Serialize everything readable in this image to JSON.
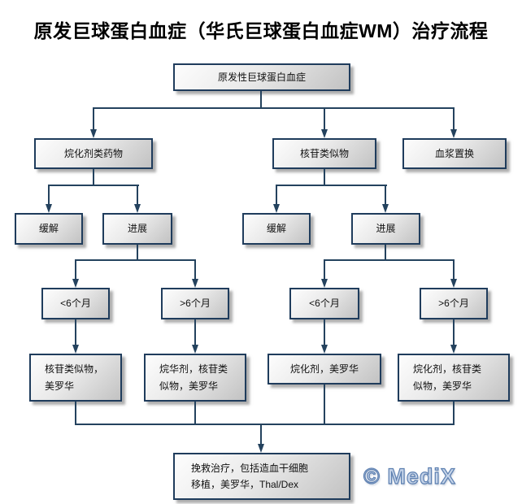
{
  "title": "原发巨球蛋白血症（华氏巨球蛋白血症WM）治疗流程",
  "watermark": "© MediX",
  "nodes": {
    "root": {
      "label": "原发性巨球蛋白血症"
    },
    "alkylating": {
      "label": "烷化剂类药物"
    },
    "nucleoside": {
      "label": "核苷类似物"
    },
    "plasma": {
      "label": "血浆置换"
    },
    "remission_left": {
      "label": "缓解"
    },
    "progression_left": {
      "label": "进展"
    },
    "remission_right": {
      "label": "缓解"
    },
    "progression_right": {
      "label": "进展"
    },
    "lt6_left": {
      "label": "<6个月"
    },
    "gt6_left": {
      "label": ">6个月"
    },
    "lt6_right": {
      "label": "<6个月"
    },
    "gt6_right": {
      "label": ">6个月"
    },
    "tx_nucleoside_rituximab": {
      "label": "核苷类似物，\n美罗华"
    },
    "tx_alkyl_nucleoside_rituximab_left": {
      "label": "烷华剂，核苷类\n似物，美罗华"
    },
    "tx_alkyl_rituximab": {
      "label": "烷化剂，美罗华"
    },
    "tx_alkyl_nucleoside_rituximab_right": {
      "label": "烷化剂，核苷类\n似物，美罗华"
    },
    "salvage": {
      "label": "挽救治疗，包括造血干细胞\n移植，美罗华，Thal/Dex"
    }
  },
  "edges": [
    "root→alkylating",
    "root→nucleoside",
    "root→plasma",
    "alkylating→remission_left",
    "alkylating→progression_left",
    "nucleoside→remission_right",
    "nucleoside→progression_right",
    "progression_left→lt6_left",
    "progression_left→gt6_left",
    "progression_right→lt6_right",
    "progression_right→gt6_right",
    "lt6_left→tx_nucleoside_rituximab",
    "gt6_left→tx_alkyl_nucleoside_rituximab_left",
    "lt6_right→tx_alkyl_rituximab",
    "gt6_right→tx_alkyl_nucleoside_rituximab_right",
    "tx_nucleoside_rituximab→salvage",
    "tx_alkyl_nucleoside_rituximab_left→salvage",
    "tx_alkyl_rituximab→salvage",
    "tx_alkyl_nucleoside_rituximab_right→salvage"
  ],
  "colors": {
    "line": "#24425e",
    "box_border": "#1f3c5c",
    "box_fill_light": "#fdfdfd",
    "box_fill_dark": "#c2c2c2",
    "box_text": "#111111",
    "title_text": "#000000",
    "watermark_fill": "#c5d4e9",
    "watermark_stroke": "#5c7fb0"
  }
}
